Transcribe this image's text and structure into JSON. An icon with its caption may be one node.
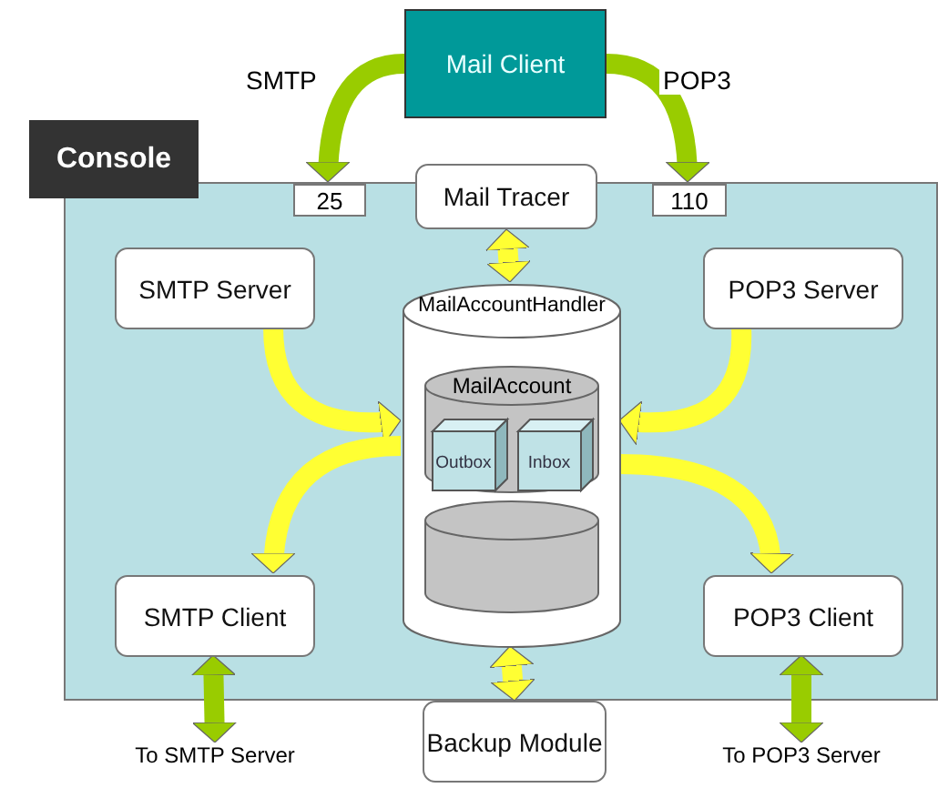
{
  "diagram": {
    "nodes": [
      {
        "text": [
          "Mail Client"
        ]
      },
      {
        "text": [
          "Console"
        ]
      },
      {
        "text": [
          "25"
        ],
        "in": 1
      },
      {
        "text": [
          "Mail Tracer"
        ]
      },
      {
        "text": [
          "110"
        ],
        "in": 1
      },
      {
        "text": [
          "SMTP Server"
        ],
        "in": 1
      },
      {
        "text": [
          "MailAccountHandler"
        ],
        "in": 1
      },
      {
        "text": [
          "MailAccount"
        ],
        "in": 6
      },
      {
        "text": [
          "Outbox"
        ],
        "in": 7
      },
      {
        "text": [
          "Inbox"
        ],
        "in": 7
      },
      {
        "text": [],
        "shape": "cylinder",
        "in": 6
      },
      {
        "text": [
          "POP3 Server"
        ],
        "in": 1
      },
      {
        "text": [
          "SMTP Client"
        ],
        "in": 1
      },
      {
        "text": [
          "POP3 Client"
        ],
        "in": 1
      },
      {
        "text": [
          "Backup Module"
        ]
      },
      {
        "text": [
          "To SMTP Server"
        ]
      },
      {
        "text": [
          "To POP3 Server"
        ]
      }
    ],
    "edges": [
      {
        "from": 0,
        "to": 2,
        "arrow": "to",
        "label": "SMTP",
        "color": "#99cc00"
      },
      {
        "from": 0,
        "to": 4,
        "arrow": "to",
        "label": "POP3",
        "color": "#99cc00"
      },
      {
        "from": 3,
        "to": 6,
        "arrow": "both"
      },
      {
        "from": 5,
        "to": 6,
        "arrow": "to"
      },
      {
        "from": 6,
        "to": 12,
        "arrow": "to"
      },
      {
        "from": 11,
        "to": 6,
        "arrow": "to"
      },
      {
        "from": 6,
        "to": 13,
        "arrow": "to"
      },
      {
        "from": 6,
        "to": 14,
        "arrow": "both"
      },
      {
        "from": 12,
        "to": 15,
        "arrow": "both",
        "color": "#99cc00"
      },
      {
        "from": 13,
        "to": 16,
        "arrow": "both",
        "color": "#99cc00"
      }
    ]
  }
}
